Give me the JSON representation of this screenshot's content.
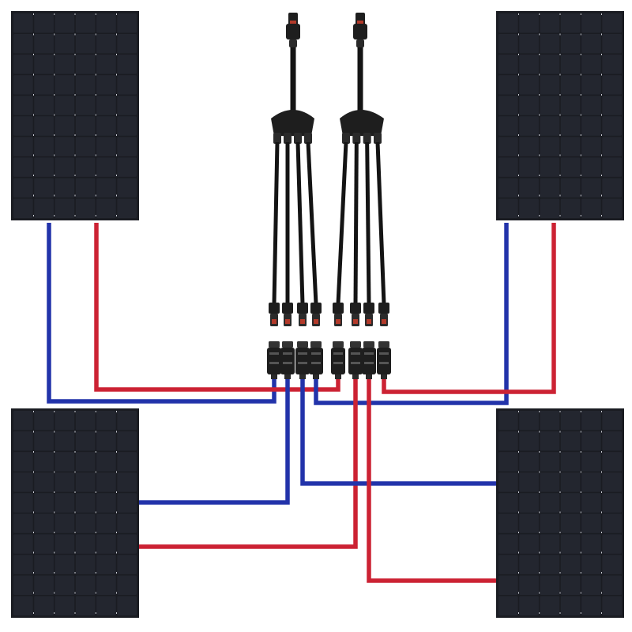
{
  "diagram": {
    "kind": "solar-panel-parallel-wiring",
    "panel_count": 4,
    "panel_cell_grid": {
      "columns": 6,
      "rows": 10
    },
    "branch_connector_count": 2,
    "branches_per_connector": 4
  },
  "panels": [
    {
      "id": "panel-top-left"
    },
    {
      "id": "panel-top-right"
    },
    {
      "id": "panel-bottom-left"
    },
    {
      "id": "panel-bottom-right"
    }
  ],
  "branch_connectors": [
    {
      "id": "branch-connector-negative",
      "polarity": "negative",
      "wire_color": "#2233aa"
    },
    {
      "id": "branch-connector-positive",
      "polarity": "positive",
      "wire_color": "#cc2233"
    }
  ],
  "colors": {
    "negative_wire": "#2233aa",
    "positive_wire": "#cc2233",
    "panel_frame": "#1a1c22",
    "panel_cell": "#23262f",
    "panel_background": "#ffffff",
    "cable": "#141414",
    "connector_body": "#1e1e1e",
    "connector_accent": "#b33a2a"
  }
}
